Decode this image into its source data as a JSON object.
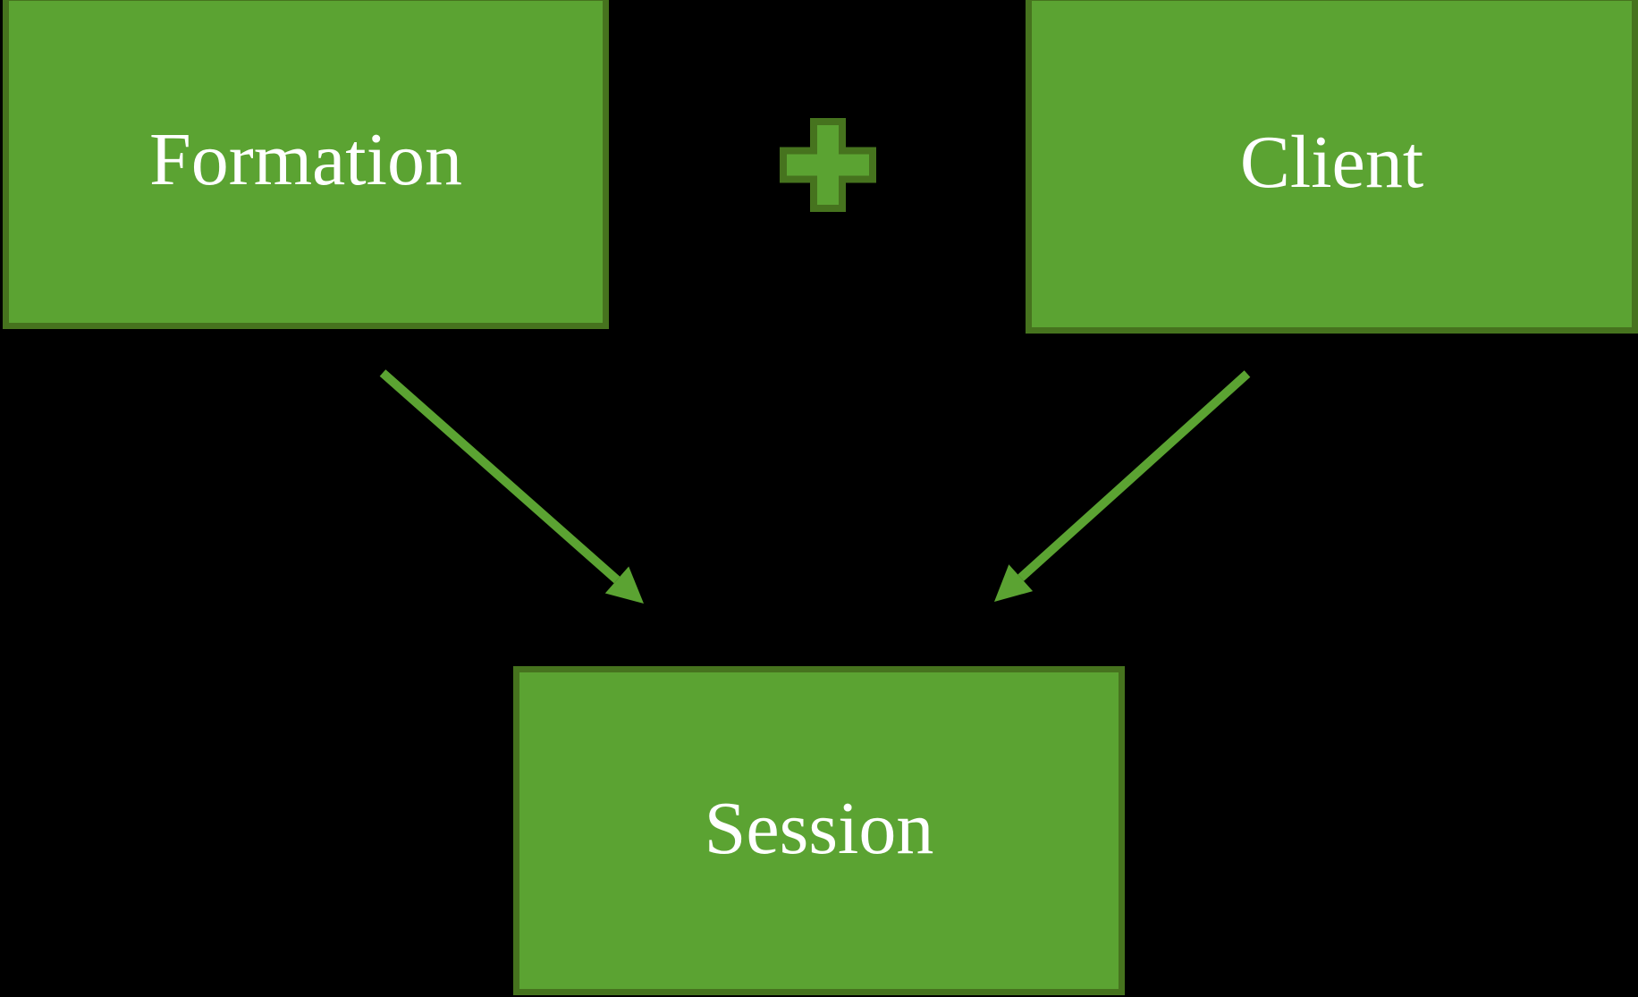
{
  "diagram": {
    "nodes": [
      {
        "id": "formation",
        "label": "Formation"
      },
      {
        "id": "client",
        "label": "Client"
      },
      {
        "id": "session",
        "label": "Session"
      }
    ],
    "operator": "plus",
    "edges": [
      {
        "from": "formation",
        "to": "session"
      },
      {
        "from": "client",
        "to": "session"
      }
    ]
  },
  "colors": {
    "background": "#000000",
    "nodeFill": "#5BA332",
    "nodeBorder": "#46731E",
    "arrow": "#5BA332",
    "text": "#FFFFFF"
  }
}
